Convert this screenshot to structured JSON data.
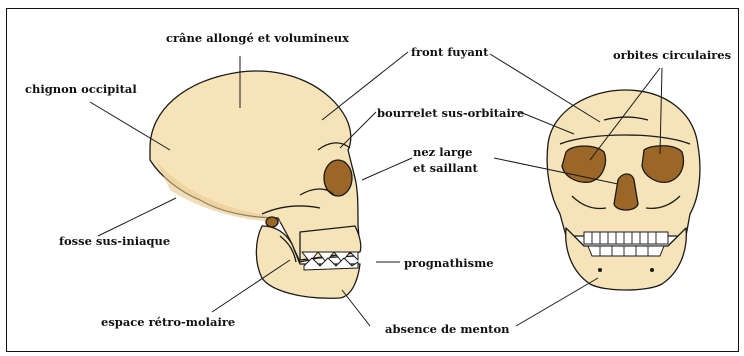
{
  "labels": {
    "crane": "crâne allongé et volumineux",
    "front": "front fuyant",
    "orbites": "orbites circulaires",
    "chignon": "chignon occipital",
    "bourrelet": "bourrelet sus-orbitaire",
    "nez_line1": "nez large",
    "nez_line2": "et saillant",
    "fosse": "fosse sus-iniaque",
    "prognathisme": "prognathisme",
    "espace": "espace rétro-molaire",
    "menton": "absence de menton"
  },
  "colors": {
    "bone": "#f6e3b8",
    "bone_shade": "#e7c98f",
    "cavity": "#9c6627",
    "ink": "#1a1a1a"
  }
}
